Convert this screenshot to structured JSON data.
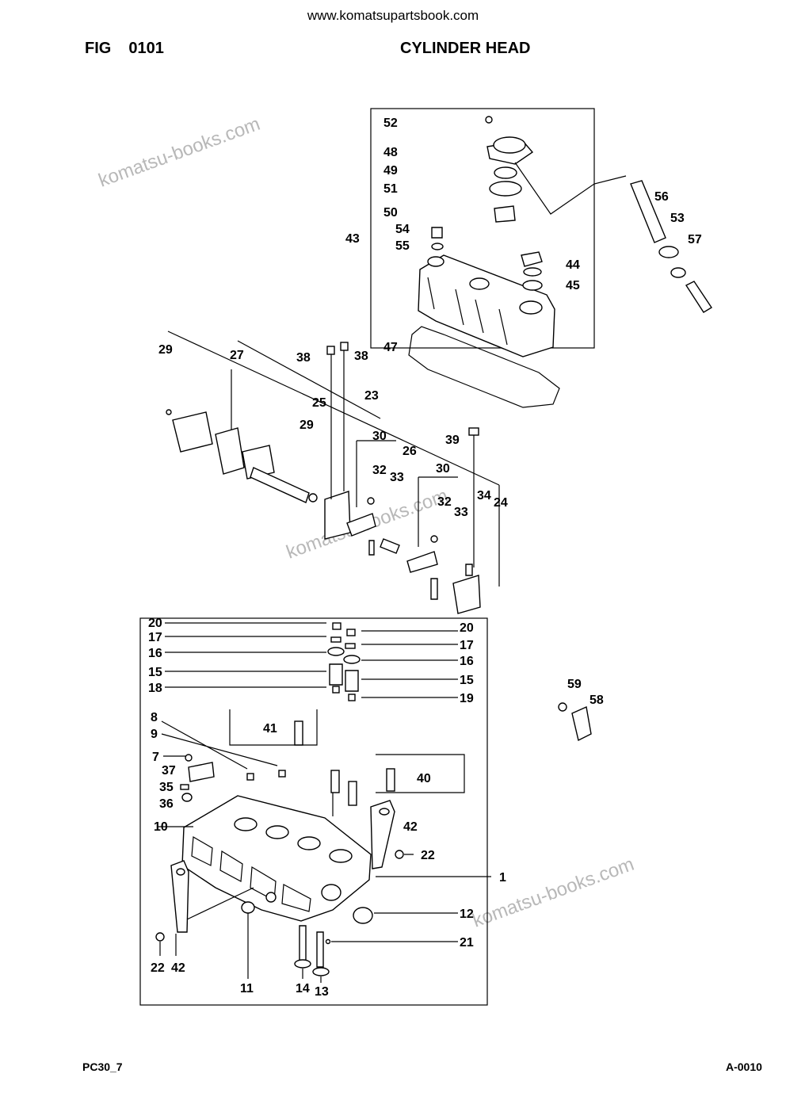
{
  "header": {
    "url": "www.komatsupartsbook.com",
    "fig_label": "FIG",
    "fig_number": "0101",
    "title": "CYLINDER HEAD"
  },
  "footer": {
    "model": "PC30_7",
    "page": "A-0010"
  },
  "watermarks": [
    "komatsu-books.com",
    "komatsu-books.com",
    "komatsu-books.com"
  ],
  "callouts": {
    "c52": "52",
    "c48": "48",
    "c49": "49",
    "c51": "51",
    "c50": "50",
    "c54": "54",
    "c55": "55",
    "c43": "43",
    "c44": "44",
    "c45": "45",
    "c47": "47",
    "c56": "56",
    "c53": "53",
    "c57": "57",
    "c29a": "29",
    "c27": "27",
    "c38a": "38",
    "c38b": "38",
    "c25": "25",
    "c29b": "29",
    "c23": "23",
    "c30a": "30",
    "c26": "26",
    "c39": "39",
    "c32a": "32",
    "c33a": "33",
    "c30b": "30",
    "c32b": "32",
    "c33b": "33",
    "c34": "34",
    "c24": "24",
    "c20a": "20",
    "c17a": "17",
    "c16a": "16",
    "c15a": "15",
    "c18": "18",
    "c20b": "20",
    "c17b": "17",
    "c16b": "16",
    "c15b": "15",
    "c19": "19",
    "c59": "59",
    "c58": "58",
    "c8": "8",
    "c9": "9",
    "c41": "41",
    "c7": "7",
    "c37": "37",
    "c35": "35",
    "c36": "36",
    "c40": "40",
    "c10": "10",
    "c42a": "42",
    "c22a": "22",
    "c1": "1",
    "c12": "12",
    "c21": "21",
    "c22b": "22",
    "c42b": "42",
    "c11": "11",
    "c14": "14",
    "c13": "13"
  }
}
